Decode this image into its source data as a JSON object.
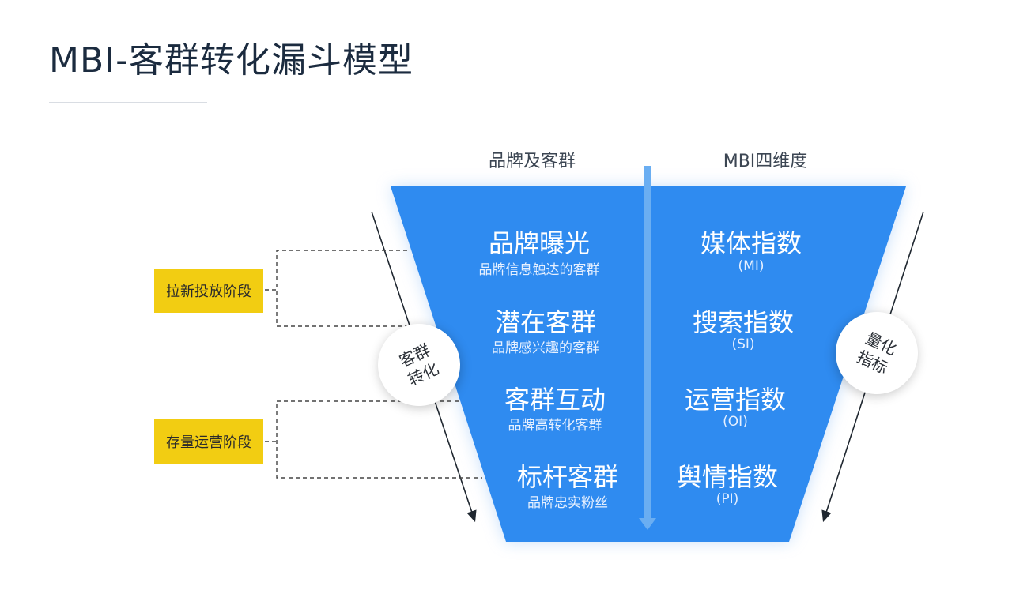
{
  "title": "MBI-客群转化漏斗模型",
  "columns": {
    "left_header": "品牌及客群",
    "right_header": "MBI四维度"
  },
  "brand_groups": [
    {
      "title": "品牌曝光",
      "subtitle": "品牌信息触达的客群"
    },
    {
      "title": "潜在客群",
      "subtitle": "品牌感兴趣的客群"
    },
    {
      "title": "客群互动",
      "subtitle": "品牌高转化客群"
    },
    {
      "title": "标杆客群",
      "subtitle": "品牌忠实粉丝"
    }
  ],
  "mbi_dimensions": [
    {
      "title": "媒体指数",
      "abbr": "(MI)"
    },
    {
      "title": "搜索指数",
      "abbr": "(SI)"
    },
    {
      "title": "运营指数",
      "abbr": "(OI)"
    },
    {
      "title": "舆情指数",
      "abbr": "(PI)"
    }
  ],
  "stages": [
    {
      "label": "拉新投放阶段"
    },
    {
      "label": "存量运营阶段"
    }
  ],
  "circles": {
    "left": {
      "line1": "客群",
      "line2": "转化"
    },
    "right": {
      "line1": "量化",
      "line2": "指标"
    }
  },
  "colors": {
    "funnel": "#2f8bf0",
    "divider_arrow": "#6aaef2",
    "stage_box": "#f2cd12",
    "title_text": "#1b2b3f"
  }
}
